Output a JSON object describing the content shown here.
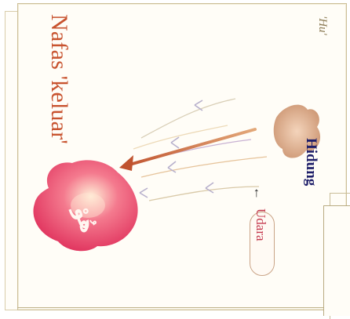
{
  "title": "Nafas 'keluar'",
  "corner_label": "'Hu'",
  "nose_label": "Hidung",
  "air_label": "Udara",
  "air_arrow_glyph": "←",
  "heart_text": "هُوْ",
  "colors": {
    "title": "#c8532f",
    "nose_label": "#1f1f6a",
    "air_label": "#c4384d",
    "heart": "#e9466a",
    "main_arrow": "#c9743a",
    "nose": "#d9a98a"
  }
}
